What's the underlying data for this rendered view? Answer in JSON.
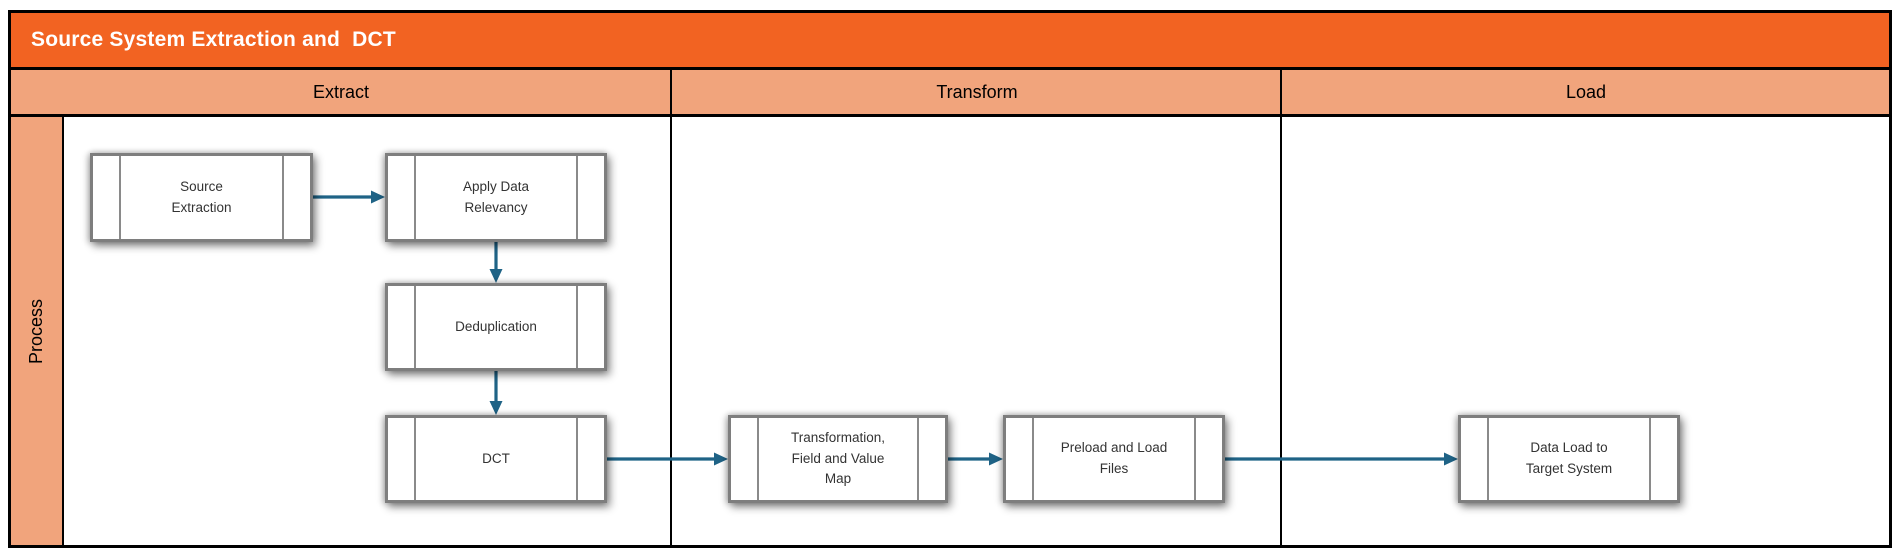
{
  "title": "Source System Extraction and  DCT",
  "colors": {
    "title_bg": "#F26322",
    "band_bg": "#F1A47C",
    "arrow": "#1F6386",
    "box_border": "#7E7E7E",
    "box_bg": "#FFFFFF",
    "box_text": "#333333",
    "line": "#000000"
  },
  "row_header": {
    "label": "Process"
  },
  "lanes": [
    {
      "label": "Extract"
    },
    {
      "label": "Transform"
    },
    {
      "label": "Load"
    }
  ],
  "nodes": [
    {
      "id": "source-extraction",
      "lane": "Extract",
      "label": "Source\nExtraction"
    },
    {
      "id": "apply-data-relevancy",
      "lane": "Extract",
      "label": "Apply Data\nRelevancy"
    },
    {
      "id": "deduplication",
      "lane": "Extract",
      "label": "Deduplication"
    },
    {
      "id": "dct",
      "lane": "Extract",
      "label": "DCT"
    },
    {
      "id": "transformation-field-and-value-map",
      "lane": "Transform",
      "label": "Transformation,\nField and Value\nMap"
    },
    {
      "id": "preload-and-load-files",
      "lane": "Transform",
      "label": "Preload and Load\nFiles"
    },
    {
      "id": "data-load-to-target-system",
      "lane": "Load",
      "label": "Data Load to\nTarget System"
    }
  ],
  "edges": [
    {
      "from": "source-extraction",
      "to": "apply-data-relevancy"
    },
    {
      "from": "apply-data-relevancy",
      "to": "deduplication"
    },
    {
      "from": "deduplication",
      "to": "dct"
    },
    {
      "from": "dct",
      "to": "transformation-field-and-value-map"
    },
    {
      "from": "transformation-field-and-value-map",
      "to": "preload-and-load-files"
    },
    {
      "from": "preload-and-load-files",
      "to": "data-load-to-target-system"
    }
  ]
}
